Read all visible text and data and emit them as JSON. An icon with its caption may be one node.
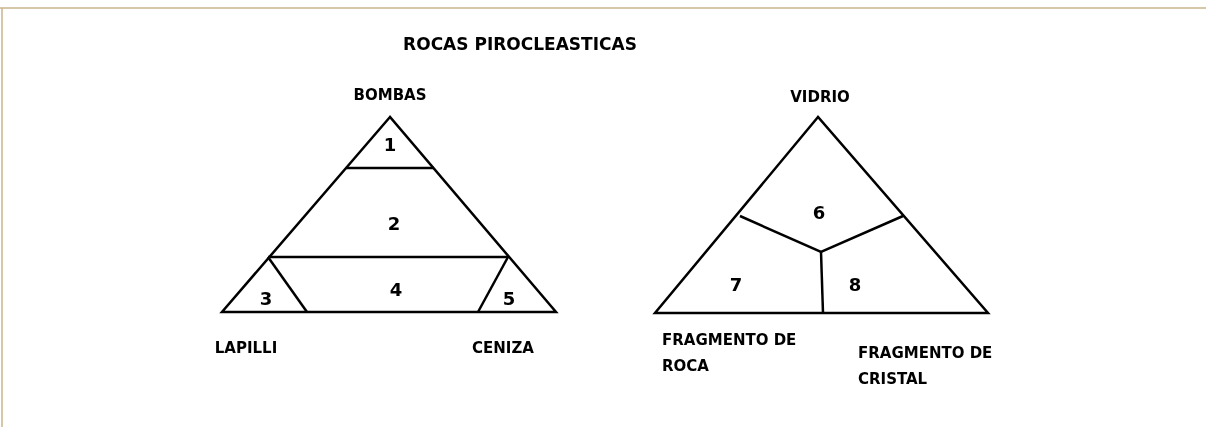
{
  "diagram": {
    "title": "ROCAS PIROCLEASTICAS",
    "labels": [
      "BOMBAS",
      "VIDRIO",
      "1",
      "2",
      "6",
      "4",
      "3",
      "5",
      "7",
      "8",
      "LAPILLI",
      "CENIZA",
      "FRAGMENTO DE ROCA",
      "FRAGMENTO DE CRISTAL"
    ]
  }
}
